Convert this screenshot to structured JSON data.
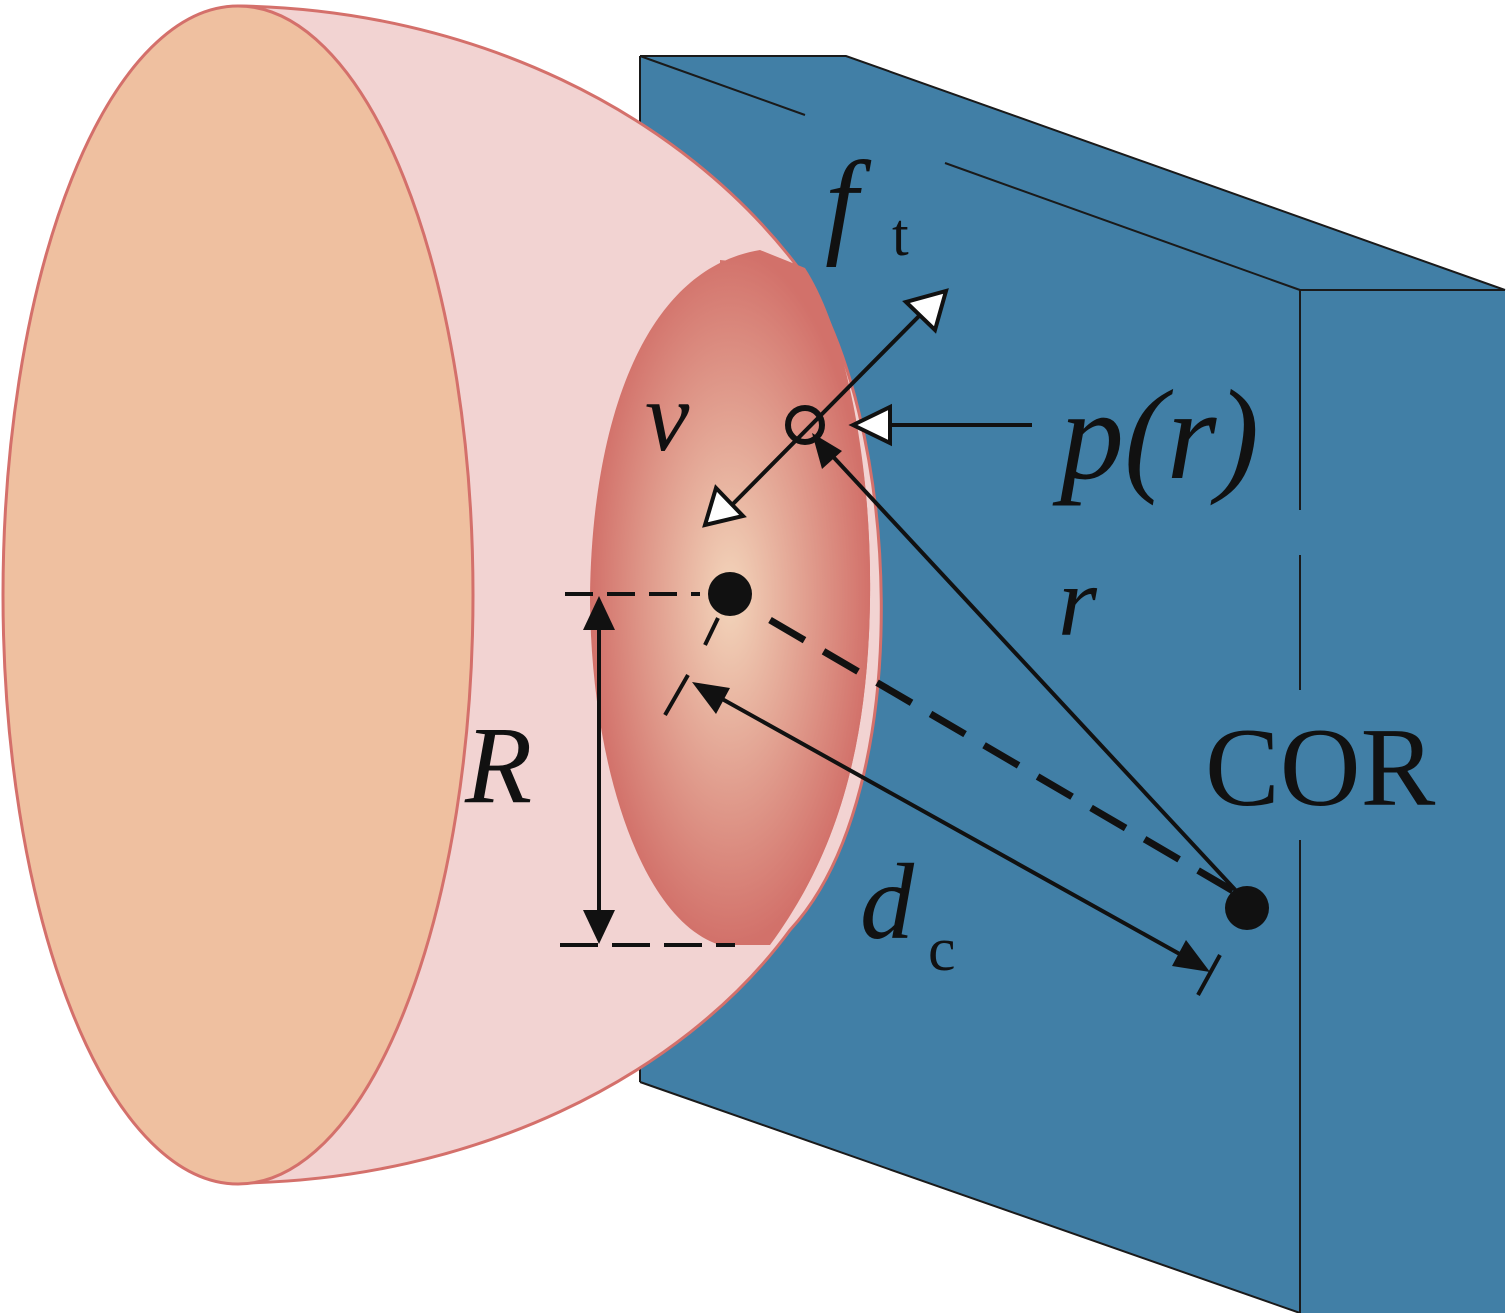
{
  "colors": {
    "block_face": "#417FA6",
    "block_edge": "#1a1a1a",
    "cup_side": "#F2D3D2",
    "cup_rim": "#D4706B",
    "cup_face": "#EFC0A0",
    "contact_center": "#F3D5BB",
    "contact_edge": "#D2716A",
    "ink": "#111111",
    "white": "#ffffff"
  },
  "labels": {
    "ft_main": "f",
    "ft_sub": "t",
    "v": "v",
    "p_r": "p(r)",
    "r": "r",
    "R": "R",
    "dc_main": "d",
    "dc_sub": "c",
    "cor": "COR"
  },
  "icons": {
    "contact_point": "hollow-circle",
    "contact_center": "filled-dot",
    "cor_point": "filled-dot"
  }
}
